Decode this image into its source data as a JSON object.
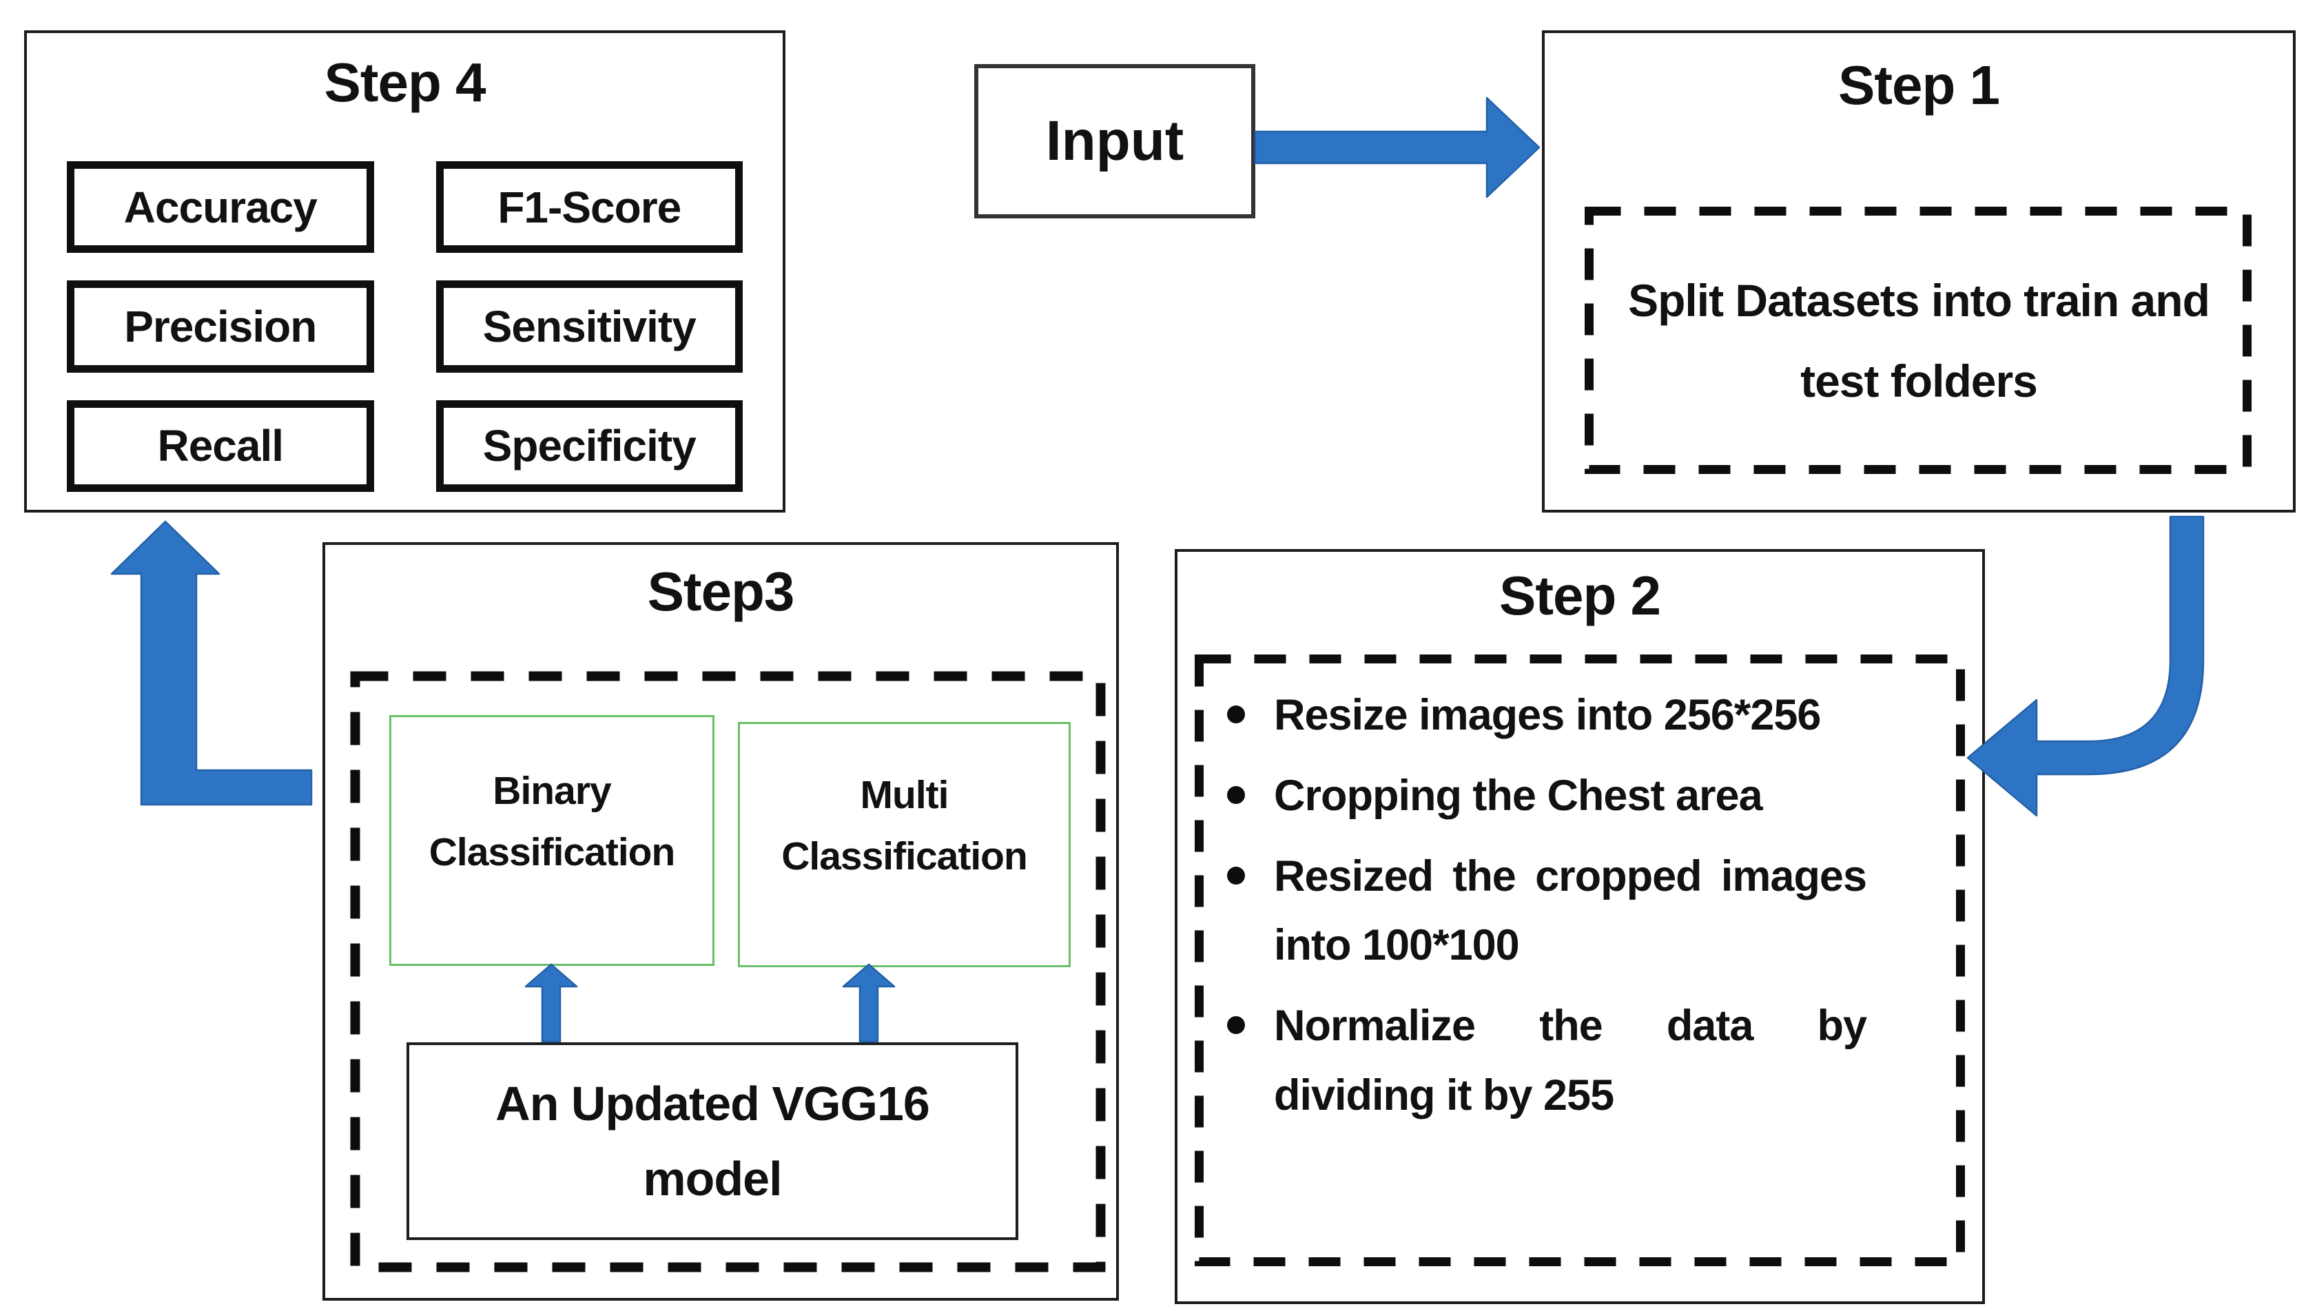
{
  "colors": {
    "arrow_blue": "#2E74C4",
    "arrow_blue_outline": "#2361A8",
    "green_border": "#68C066",
    "ink": "#111111"
  },
  "input_box": {
    "label": "Input"
  },
  "step1": {
    "title": "Step 1",
    "body": "Split Datasets into train and test folders"
  },
  "step2": {
    "title": "Step 2",
    "bullets": [
      "Resize images into 256*256",
      "Cropping the Chest area",
      "Resized the cropped images into 100*100",
      "Normalize the data by dividing it by 255"
    ]
  },
  "step3": {
    "title": "Step3",
    "binary_label": "Binary Classification",
    "multi_label": "Multi Classification",
    "model_label": "An Updated VGG16 model"
  },
  "step4": {
    "title": "Step 4",
    "metrics": [
      "Accuracy",
      "F1-Score",
      "Precision",
      "Sensitivity",
      "Recall",
      "Specificity"
    ]
  },
  "arrows": [
    {
      "name": "input-to-step1",
      "shape": "straight-right"
    },
    {
      "name": "step1-to-step2",
      "shape": "curved-down-left"
    },
    {
      "name": "step3-to-step4",
      "shape": "elbow-left-up"
    },
    {
      "name": "model-to-binary",
      "shape": "small-up"
    },
    {
      "name": "model-to-multi",
      "shape": "small-up"
    }
  ]
}
